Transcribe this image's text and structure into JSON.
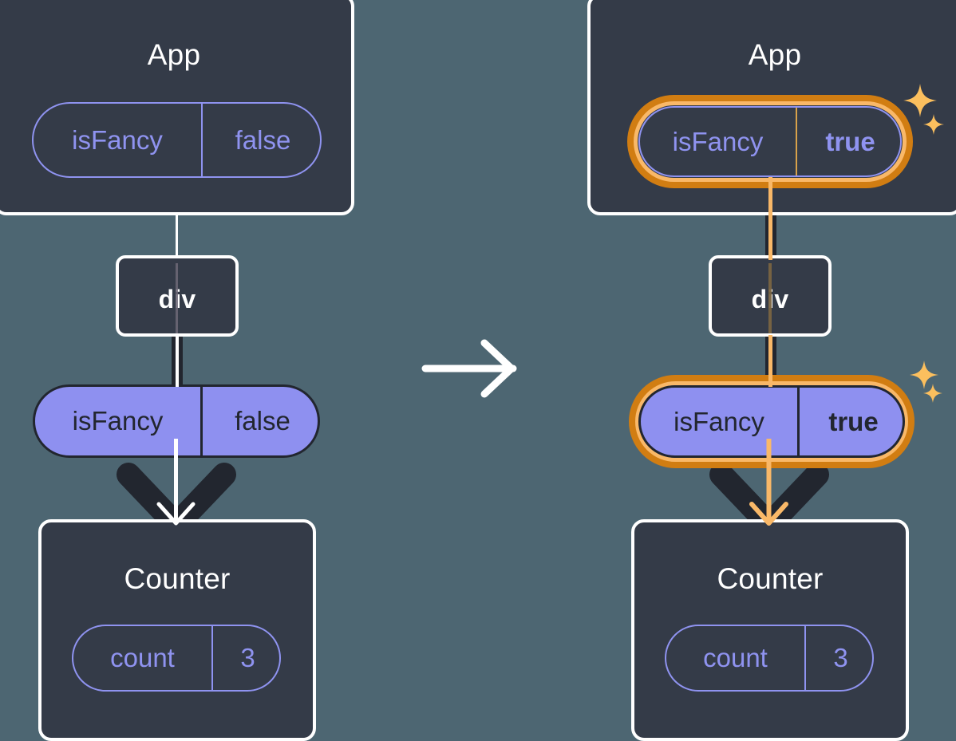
{
  "diagram": {
    "title_semantic": "react-state-propagation-before-after",
    "background_color": "#4d6672",
    "node_fill": "#343b48",
    "node_border": "#ffffff",
    "pill_purple": "#8e90f0",
    "pill_outline": "#8f93f0",
    "highlight_outer": "#d17d12",
    "highlight_inner": "#f9b868",
    "dark_line": "#22262f",
    "sparkle_color": "#fbbf5e"
  },
  "transition": {
    "arrow_icon": "arrow-right-icon",
    "label": ""
  },
  "before": {
    "app": {
      "title": "App",
      "state": {
        "key": "isFancy",
        "value": "false",
        "emphasis": false
      }
    },
    "div": {
      "title": "div"
    },
    "prop": {
      "key": "isFancy",
      "value": "false",
      "emphasis": false
    },
    "counter": {
      "title": "Counter",
      "state": {
        "key": "count",
        "value": "3",
        "emphasis": false
      }
    },
    "highlighted": false
  },
  "after": {
    "app": {
      "title": "App",
      "state": {
        "key": "isFancy",
        "value": "true",
        "emphasis": true
      }
    },
    "div": {
      "title": "div"
    },
    "prop": {
      "key": "isFancy",
      "value": "true",
      "emphasis": true
    },
    "counter": {
      "title": "Counter",
      "state": {
        "key": "count",
        "value": "3",
        "emphasis": false
      }
    },
    "highlighted": true,
    "sparkle_icons": [
      "sparkle-large-icon",
      "sparkle-small-icon"
    ]
  }
}
